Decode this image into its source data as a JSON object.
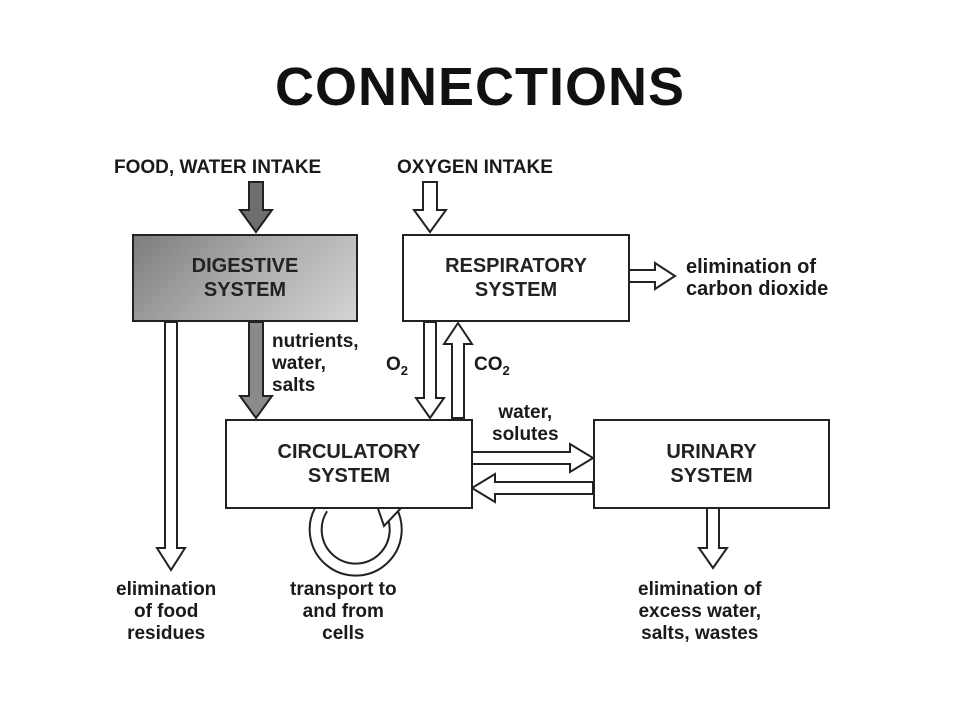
{
  "title": "CONNECTIONS",
  "inputs": {
    "food": "FOOD, WATER INTAKE",
    "oxygen": "OXYGEN INTAKE"
  },
  "systems": {
    "digestive": [
      "DIGESTIVE",
      "SYSTEM"
    ],
    "respiratory": [
      "RESPIRATORY",
      "SYSTEM"
    ],
    "circulatory": [
      "CIRCULATORY",
      "SYSTEM"
    ],
    "urinary": [
      "URINARY",
      "SYSTEM"
    ]
  },
  "labels": {
    "nutrients": [
      "nutrients,",
      "water,",
      "salts"
    ],
    "o2": {
      "main": "O",
      "sub": "2"
    },
    "co2": {
      "main": "CO",
      "sub": "2"
    },
    "water_solutes": [
      "water,",
      "solutes"
    ],
    "carbon_dioxide": [
      "elimination of",
      "carbon dioxide"
    ],
    "food_residues": [
      "elimination",
      "of food",
      "residues"
    ],
    "transport": [
      "transport to",
      "and from",
      "cells"
    ],
    "excess": [
      "elimination of",
      "excess water,",
      "salts, wastes"
    ]
  },
  "colors": {
    "line": "#222222",
    "digestive_dark": "#7d7d7d",
    "digestive_light": "#d3d3d3"
  }
}
